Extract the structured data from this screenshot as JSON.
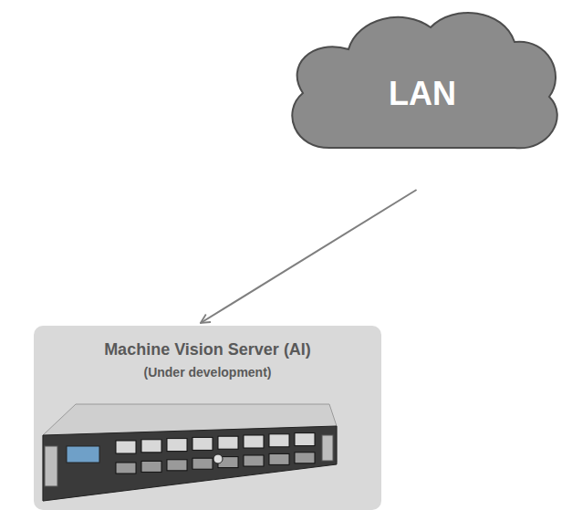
{
  "diagram": {
    "nodes": [
      {
        "text": [
          "LAN"
        ]
      },
      {
        "text": [
          "Machine Vision Server (AI)",
          "(Under development)"
        ]
      }
    ],
    "edges": [
      {
        "from": 0,
        "to": 1,
        "arrow": "to"
      }
    ]
  }
}
